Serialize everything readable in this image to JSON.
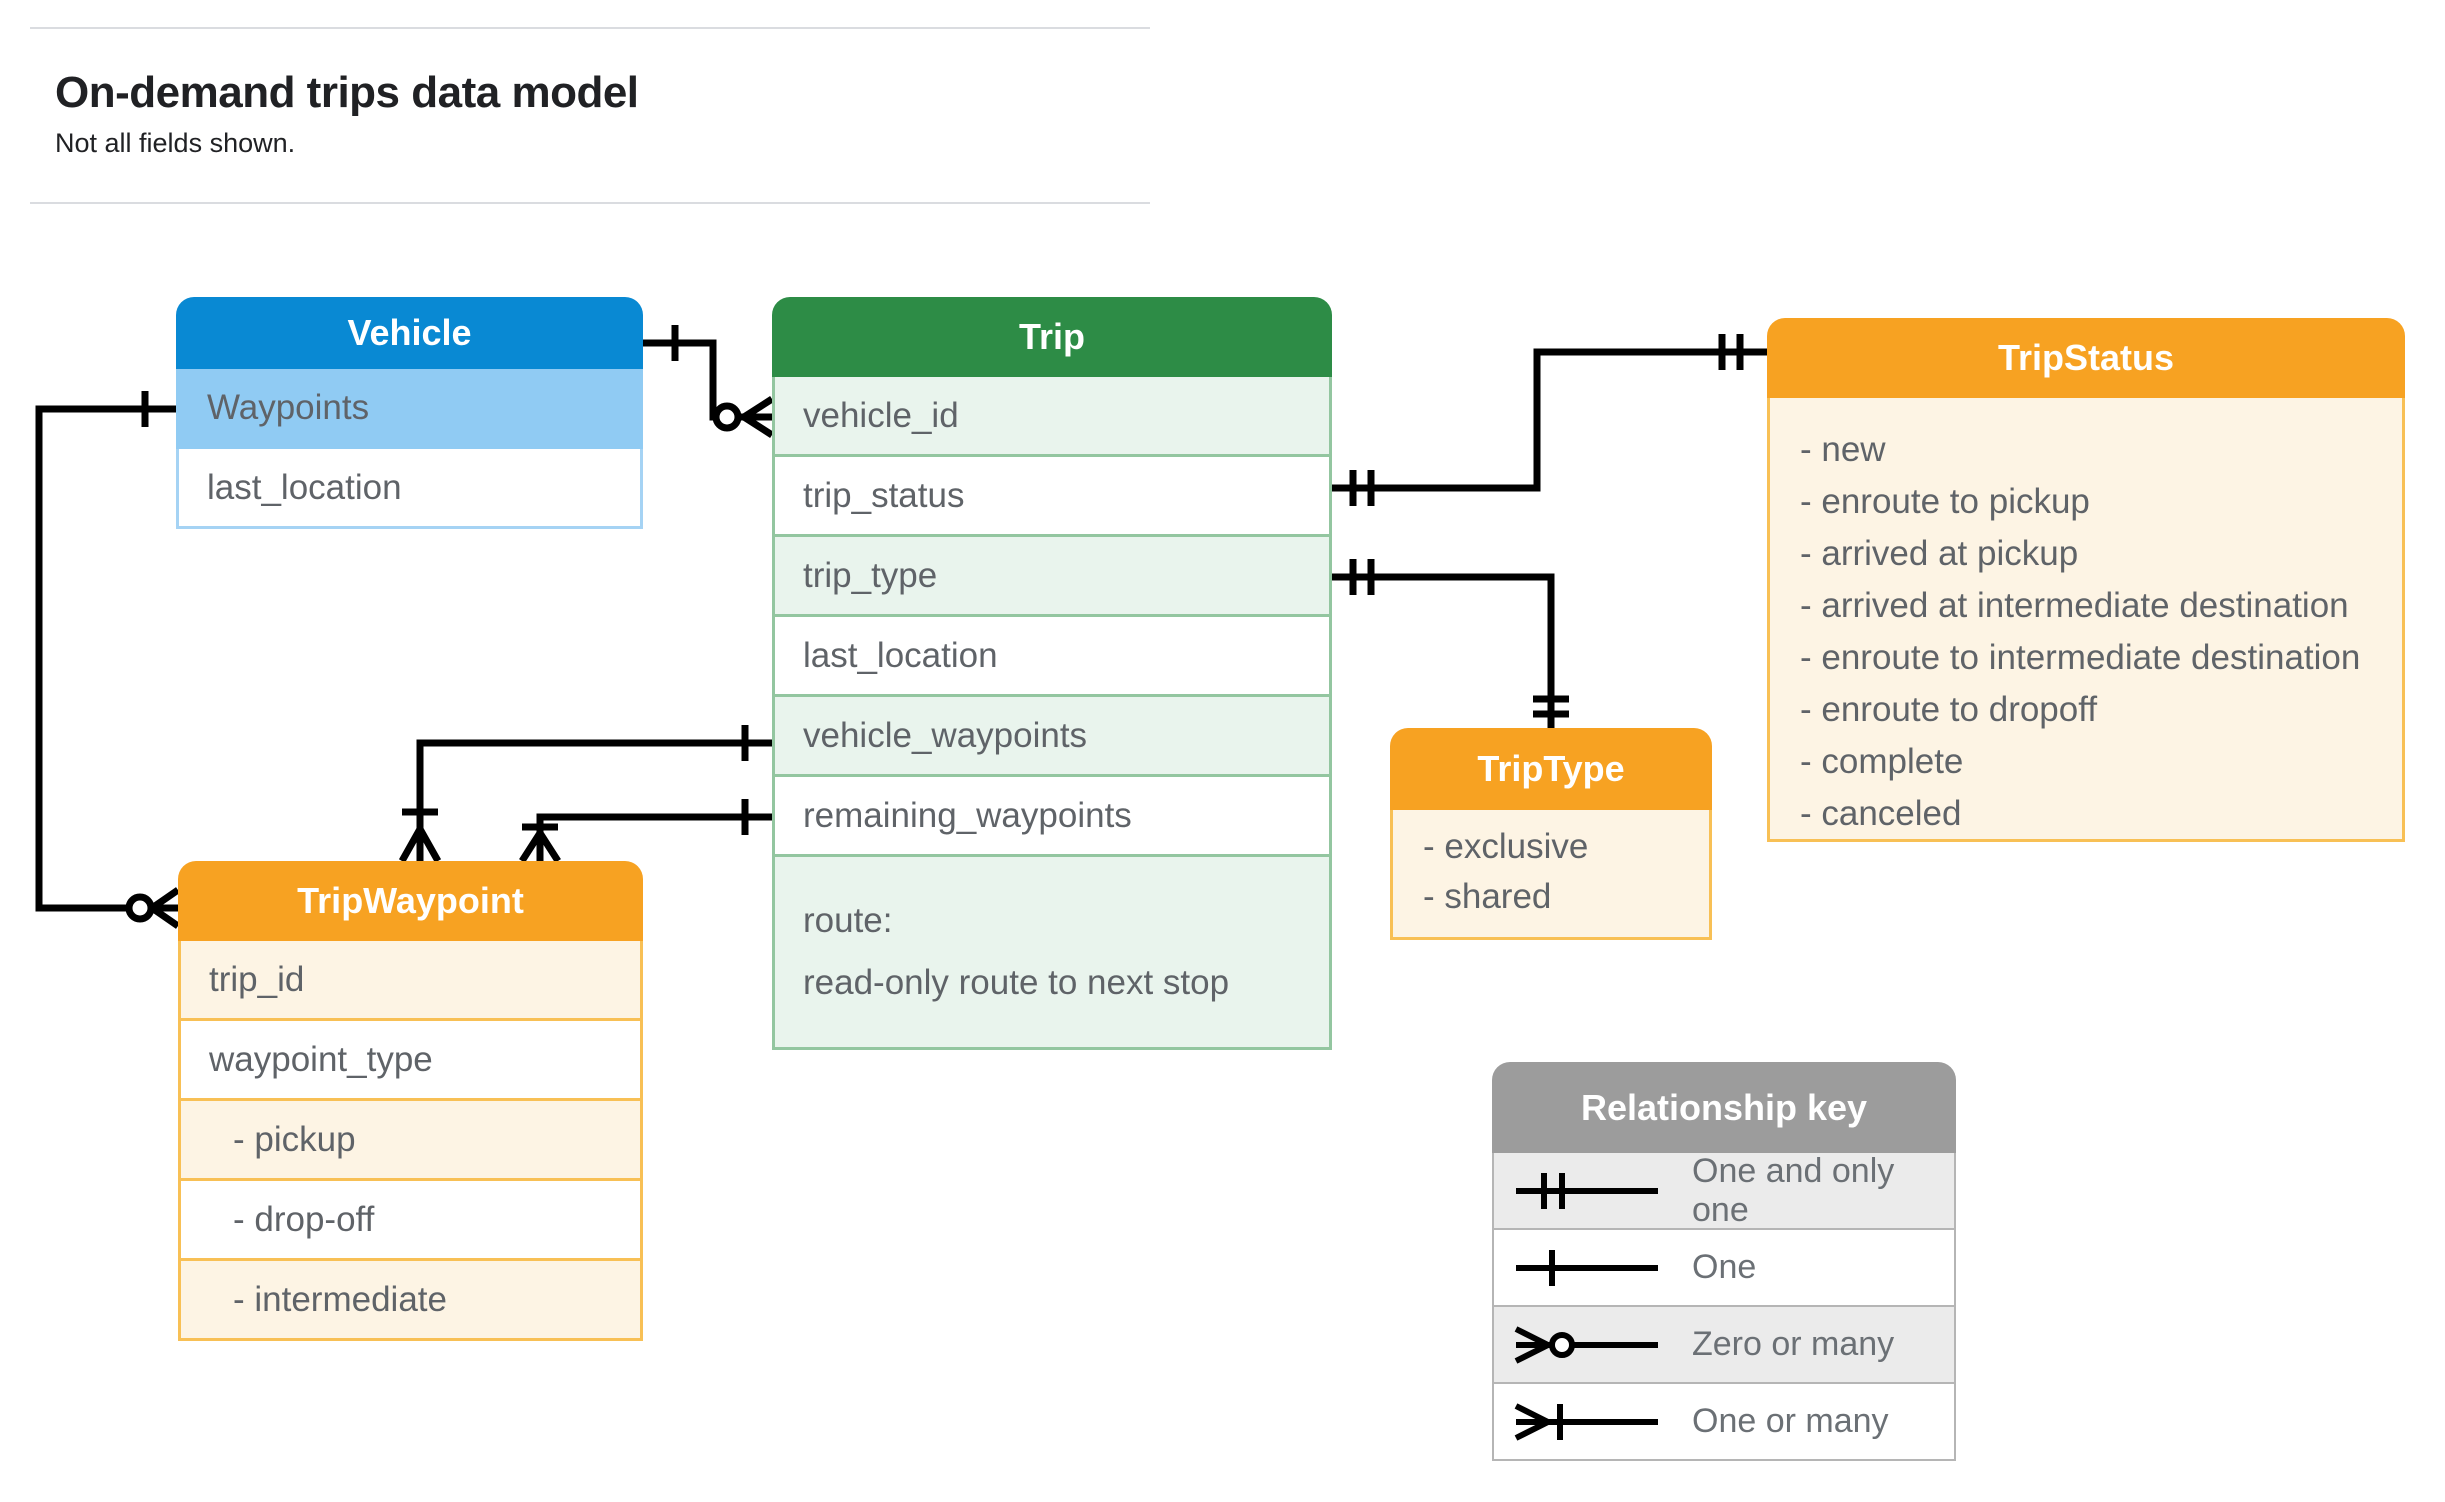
{
  "page": {
    "title": "On-demand trips data model",
    "subtitle": "Not all fields shown."
  },
  "entities": {
    "vehicle": {
      "title": "Vehicle",
      "fields": [
        {
          "label": "Waypoints"
        },
        {
          "label": "last_location"
        }
      ]
    },
    "trip": {
      "title": "Trip",
      "fields": [
        {
          "label": "vehicle_id"
        },
        {
          "label": "trip_status"
        },
        {
          "label": "trip_type"
        },
        {
          "label": "last_location"
        },
        {
          "label": "vehicle_waypoints"
        },
        {
          "label": "remaining_waypoints"
        },
        {
          "label": "route:",
          "sublabel": "read-only route to next stop"
        }
      ]
    },
    "trip_status": {
      "title": "TripStatus",
      "values": [
        "- new",
        "- enroute to pickup",
        "- arrived at pickup",
        "- arrived at intermediate destination",
        "- enroute to intermediate destination",
        "- enroute to dropoff",
        "- complete",
        "- canceled"
      ]
    },
    "trip_type": {
      "title": "TripType",
      "values": [
        "- exclusive",
        "- shared"
      ]
    },
    "trip_waypoint": {
      "title": "TripWaypoint",
      "fields": [
        {
          "label": "trip_id"
        },
        {
          "label": "waypoint_type"
        },
        {
          "label": "- pickup"
        },
        {
          "label": "- drop-off"
        },
        {
          "label": "- intermediate"
        }
      ]
    }
  },
  "legend": {
    "title": "Relationship key",
    "rows": [
      {
        "symbol": "one-and-only-one",
        "label": "One and only one"
      },
      {
        "symbol": "one",
        "label": "One"
      },
      {
        "symbol": "zero-or-many",
        "label": "Zero or many"
      },
      {
        "symbol": "one-or-many",
        "label": "One or many"
      }
    ]
  },
  "colors": {
    "blue": "#0989d3",
    "blue-light": "#90cbf3",
    "blue-border": "#a5d3f4",
    "green": "#2d8c46",
    "green-light": "#e9f4ed",
    "green-border": "#93c6a0",
    "orange": "#f7a222",
    "cream": "#fdf4e4",
    "orange-border": "#f8c055",
    "gray": "#9c9c9c",
    "gray-light": "#ebebeb",
    "gray-border": "#b5b5b5",
    "text": "#5f6368",
    "line": "#000000"
  }
}
